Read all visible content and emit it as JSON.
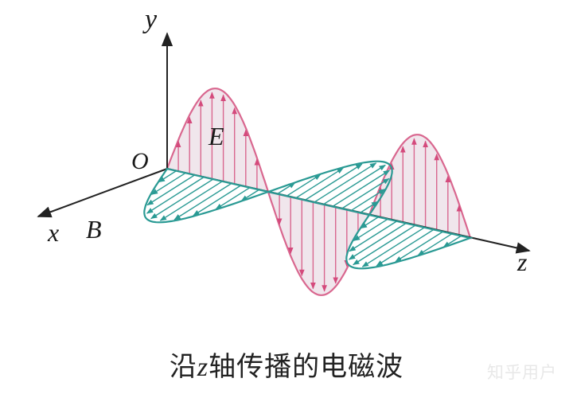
{
  "axes": {
    "y": "y",
    "x": "x",
    "z": "z",
    "origin": "O"
  },
  "fields": {
    "electric": "E",
    "magnetic": "B"
  },
  "caption": {
    "pre": "沿",
    "axis": "z",
    "post": "轴传播的电磁波"
  },
  "watermark": "知乎用户",
  "colors": {
    "electric_fill": "#f0e6ec",
    "electric_line": "#d9678f",
    "electric_arrow": "#d44a7c",
    "magnetic_fill": "#ffffff",
    "magnetic_line": "#2a9a94",
    "axis": "#222222"
  }
}
